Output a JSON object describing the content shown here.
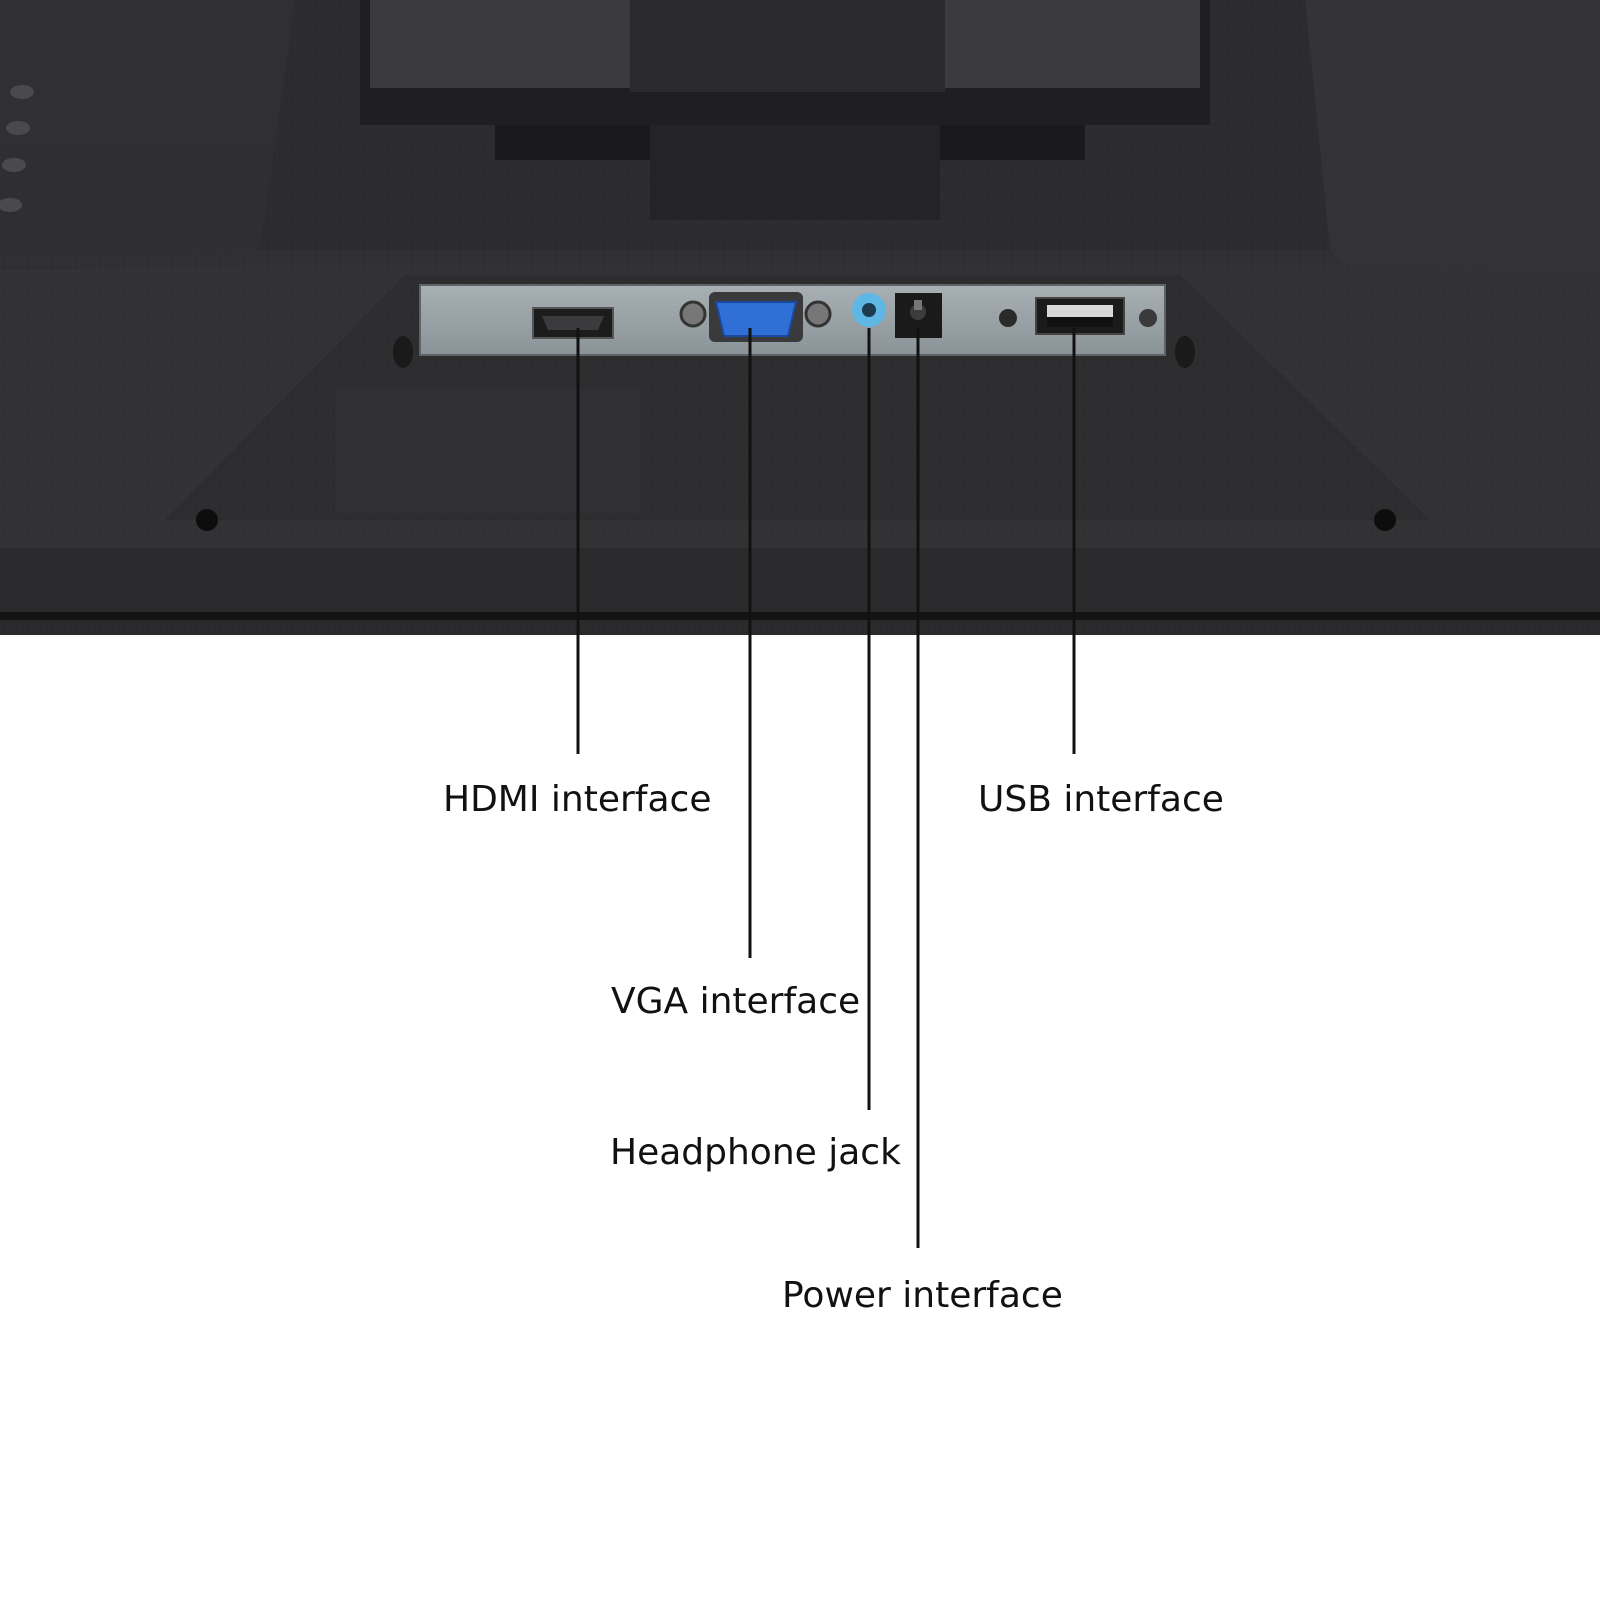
{
  "colors": {
    "monitor_body": "#2b2b2d",
    "port_panel": "#9aa3a7",
    "vga_connector": "#2f6fd6",
    "headphone_jack": "#5fb7e6",
    "background": "#ffffff",
    "leader_line": "#111111"
  },
  "callouts": [
    {
      "id": "hdmi",
      "label": "HDMI interface"
    },
    {
      "id": "vga",
      "label": "VGA interface"
    },
    {
      "id": "headphone",
      "label": "Headphone jack"
    },
    {
      "id": "power",
      "label": "Power interface"
    },
    {
      "id": "usb",
      "label": "USB interface"
    }
  ]
}
